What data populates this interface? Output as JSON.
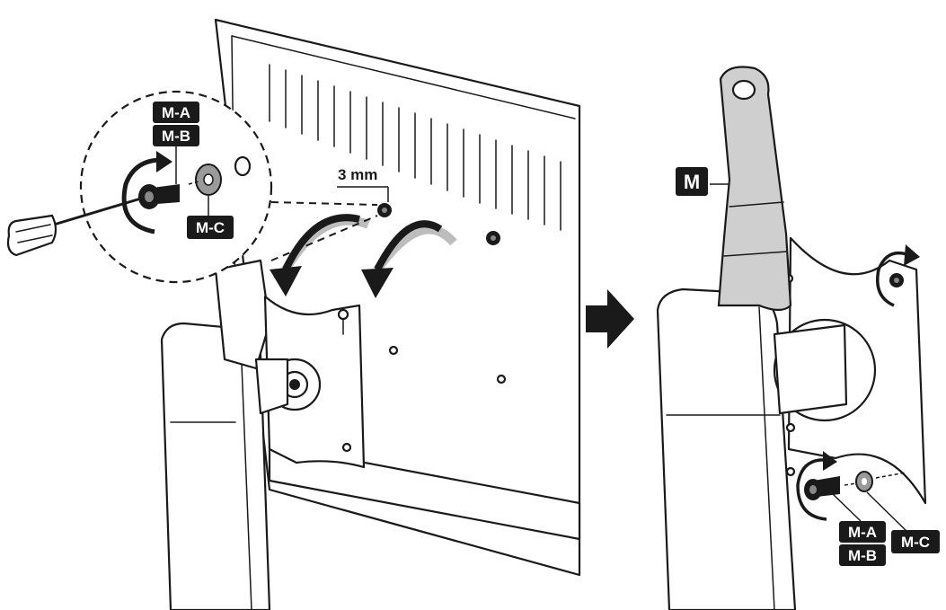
{
  "left_step": {
    "zoom_labels": {
      "screw_a": "M-A",
      "screw_b": "M-B",
      "washer": "M-C"
    },
    "dimension": "3 mm"
  },
  "right_step": {
    "part_label": "M",
    "screw_a": "M-A",
    "screw_b": "M-B",
    "washer": "M-C"
  },
  "colors": {
    "ink": "#1a1a1a",
    "label_bg": "#1a1a1a",
    "label_text": "#ffffff",
    "shade": "#cfcfcf"
  }
}
